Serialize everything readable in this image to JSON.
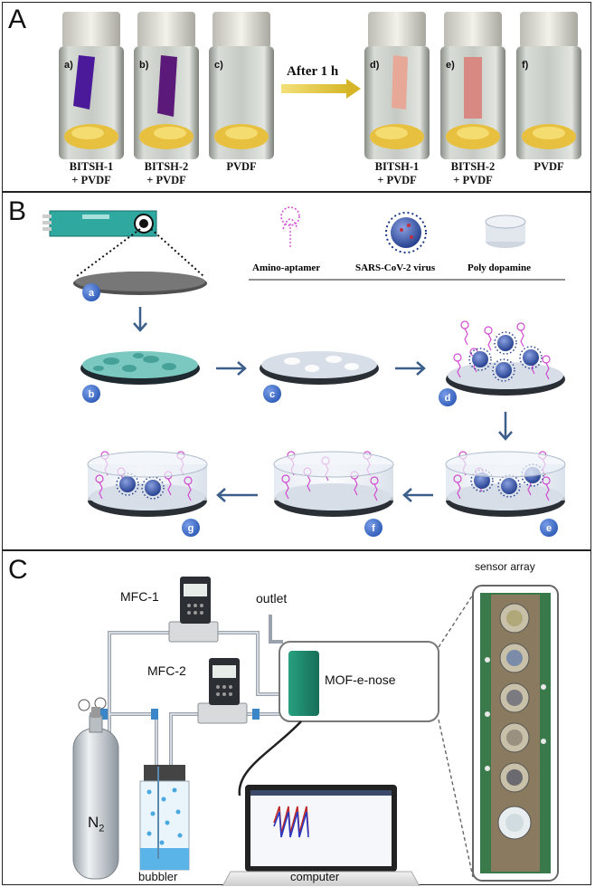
{
  "panel_a": {
    "label": "A",
    "arrow_text": "After 1 h",
    "vials": [
      {
        "tag": "a)",
        "line1": "BITSH-1",
        "line2": "+ PVDF"
      },
      {
        "tag": "b)",
        "line1": "BITSH-2",
        "line2": "+ PVDF"
      },
      {
        "tag": "c)",
        "line1": "PVDF",
        "line2": ""
      },
      {
        "tag": "d)",
        "line1": "BITSH-1",
        "line2": "+ PVDF"
      },
      {
        "tag": "e)",
        "line1": "BITSH-2",
        "line2": "+ PVDF"
      },
      {
        "tag": "f)",
        "line1": "PVDF",
        "line2": ""
      }
    ],
    "colors": {
      "strip_purple": "#4a1a9a",
      "strip_pink": "#e8a898",
      "gel_yellow": "#e8c040"
    }
  },
  "panel_b": {
    "label": "B",
    "legend": {
      "aptamer": "Amino-aptamer",
      "virus": "SARS-CoV-2 virus",
      "polydopamine": "Poly dopamine"
    },
    "steps": [
      "a",
      "b",
      "c",
      "d",
      "e",
      "f",
      "g"
    ],
    "colors": {
      "step_circle": "#3f6fc8",
      "arrow": "#3b5f8a",
      "aptamer": "#d04ad0",
      "virus": "#2a4aa0"
    }
  },
  "panel_c": {
    "label": "C",
    "mfc1": "MFC-1",
    "mfc2": "MFC-2",
    "outlet": "outlet",
    "nose": "MOF-e-nose",
    "sensor_array": "sensor array",
    "n2": "N",
    "n2_sub": "2",
    "bubbler": "bubbler",
    "computer": "computer",
    "colors": {
      "nose_box": "#1f8a70",
      "cylinder": "#cdd3d8"
    }
  }
}
